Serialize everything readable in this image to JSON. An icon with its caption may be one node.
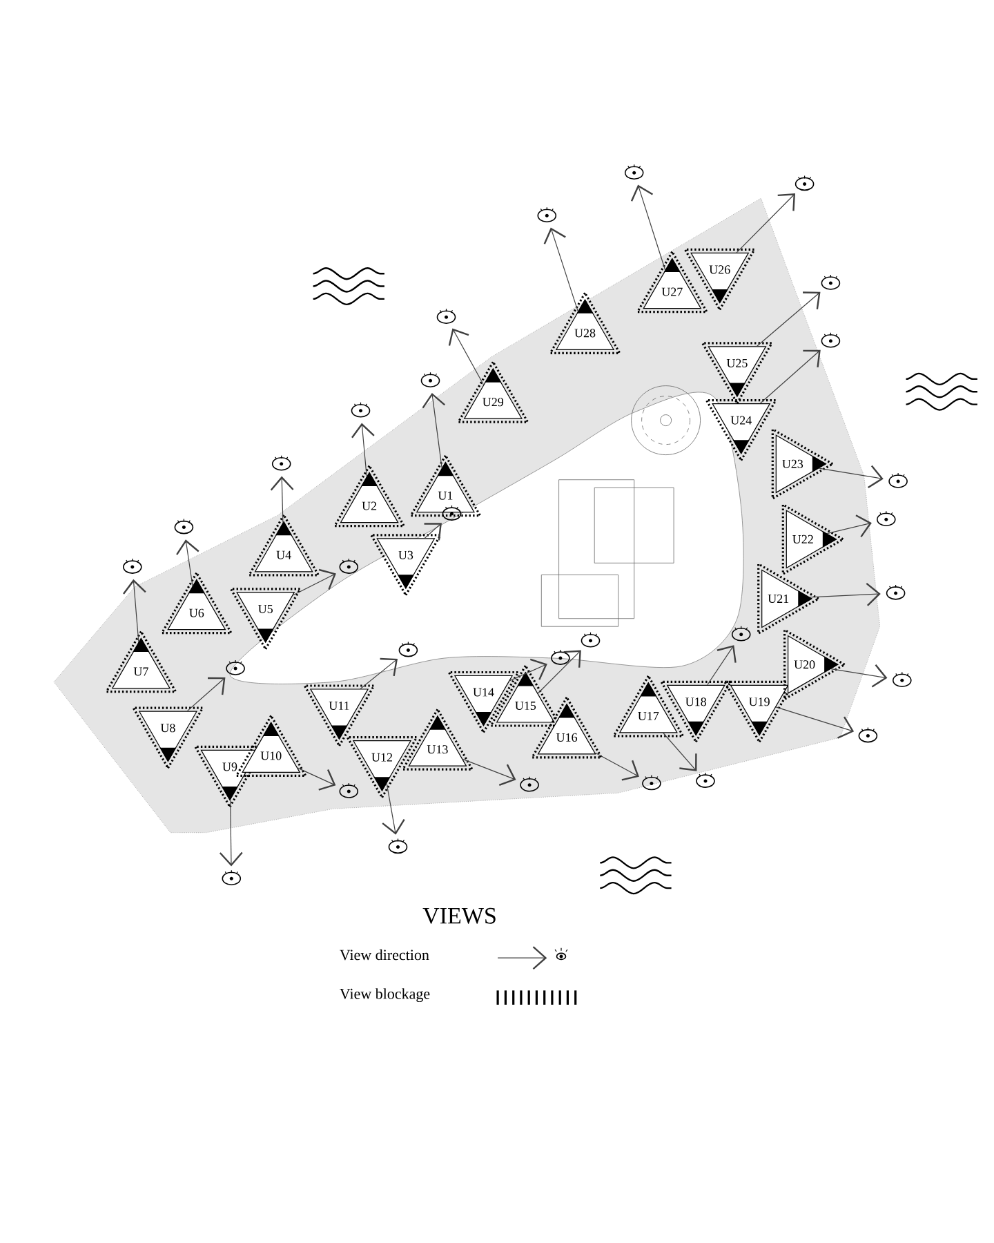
{
  "diagram": {
    "title": "VIEWS",
    "nodes": [
      {
        "text": [
          "U1"
        ]
      },
      {
        "text": [
          "U2"
        ]
      },
      {
        "text": [
          "U3"
        ]
      },
      {
        "text": [
          "U4"
        ]
      },
      {
        "text": [
          "U5"
        ]
      },
      {
        "text": [
          "U6"
        ]
      },
      {
        "text": [
          "U7"
        ]
      },
      {
        "text": [
          "U8"
        ]
      },
      {
        "text": [
          "U9"
        ]
      },
      {
        "text": [
          "U10"
        ]
      },
      {
        "text": [
          "U11"
        ]
      },
      {
        "text": [
          "U12"
        ]
      },
      {
        "text": [
          "U13"
        ]
      },
      {
        "text": [
          "U14"
        ]
      },
      {
        "text": [
          "U15"
        ]
      },
      {
        "text": [
          "U16"
        ]
      },
      {
        "text": [
          "U17"
        ]
      },
      {
        "text": [
          "U18"
        ]
      },
      {
        "text": [
          "U19"
        ]
      },
      {
        "text": [
          "U20"
        ]
      },
      {
        "text": [
          "U21"
        ]
      },
      {
        "text": [
          "U22"
        ]
      },
      {
        "text": [
          "U23"
        ]
      },
      {
        "text": [
          "U24"
        ]
      },
      {
        "text": [
          "U25"
        ]
      },
      {
        "text": [
          "U26"
        ]
      },
      {
        "text": [
          "U27"
        ]
      },
      {
        "text": [
          "U28"
        ]
      },
      {
        "text": [
          "U29"
        ]
      },
      {
        "text": [],
        "shape": "picture"
      },
      {
        "text": [],
        "shape": "picture"
      },
      {
        "text": [],
        "shape": "picture"
      },
      {
        "text": [],
        "shape": "picture"
      },
      {
        "text": [],
        "shape": "picture"
      },
      {
        "text": [],
        "shape": "picture"
      },
      {
        "text": [],
        "shape": "picture"
      },
      {
        "text": [],
        "shape": "picture"
      },
      {
        "text": [],
        "shape": "picture"
      },
      {
        "text": [],
        "shape": "picture"
      },
      {
        "text": [],
        "shape": "picture"
      },
      {
        "text": [],
        "shape": "picture"
      },
      {
        "text": [],
        "shape": "picture"
      },
      {
        "text": [],
        "shape": "picture"
      },
      {
        "text": [],
        "shape": "picture"
      },
      {
        "text": [],
        "shape": "picture"
      },
      {
        "text": [],
        "shape": "picture"
      },
      {
        "text": [],
        "shape": "picture"
      },
      {
        "text": [],
        "shape": "picture"
      },
      {
        "text": [],
        "shape": "picture"
      },
      {
        "text": [],
        "shape": "picture"
      },
      {
        "text": [],
        "shape": "picture"
      },
      {
        "text": [],
        "shape": "picture"
      },
      {
        "text": [],
        "shape": "picture"
      },
      {
        "text": [],
        "shape": "picture"
      },
      {
        "text": [],
        "shape": "picture"
      },
      {
        "text": [],
        "shape": "picture"
      },
      {
        "text": [],
        "shape": "picture"
      },
      {
        "text": [],
        "shape": "picture"
      }
    ],
    "edges": [
      {
        "from": 0,
        "to": 29,
        "arrow": "to"
      },
      {
        "from": 1,
        "to": 30,
        "arrow": "to"
      },
      {
        "from": 2,
        "to": 31,
        "arrow": "to"
      },
      {
        "from": 3,
        "to": 32,
        "arrow": "to"
      },
      {
        "from": 4,
        "to": 33,
        "arrow": "to"
      },
      {
        "from": 5,
        "to": 34,
        "arrow": "to"
      },
      {
        "from": 6,
        "to": 35,
        "arrow": "to"
      },
      {
        "from": 7,
        "to": 36,
        "arrow": "to"
      },
      {
        "from": 8,
        "to": 37,
        "arrow": "to"
      },
      {
        "from": 9,
        "to": 38,
        "arrow": "to"
      },
      {
        "from": 10,
        "to": 39,
        "arrow": "to"
      },
      {
        "from": 11,
        "to": 40,
        "arrow": "to"
      },
      {
        "from": 12,
        "to": 41,
        "arrow": "to"
      },
      {
        "from": 13,
        "to": 42,
        "arrow": "to"
      },
      {
        "from": 14,
        "to": 43,
        "arrow": "to"
      },
      {
        "from": 15,
        "to": 44,
        "arrow": "to"
      },
      {
        "from": 16,
        "to": 45,
        "arrow": "to"
      },
      {
        "from": 17,
        "to": 46,
        "arrow": "to"
      },
      {
        "from": 18,
        "to": 47,
        "arrow": "to"
      },
      {
        "from": 19,
        "to": 48,
        "arrow": "to"
      },
      {
        "from": 20,
        "to": 49,
        "arrow": "to"
      },
      {
        "from": 21,
        "to": 50,
        "arrow": "to"
      },
      {
        "from": 22,
        "to": 51,
        "arrow": "to"
      },
      {
        "from": 23,
        "to": 52,
        "arrow": "to"
      },
      {
        "from": 24,
        "to": 53,
        "arrow": "to"
      },
      {
        "from": 25,
        "to": 54,
        "arrow": "to"
      },
      {
        "from": 26,
        "to": 55,
        "arrow": "to"
      },
      {
        "from": 27,
        "to": 56,
        "arrow": "to"
      },
      {
        "from": 28,
        "to": 57,
        "arrow": "to"
      }
    ],
    "legend": [
      {
        "text": "View direction"
      },
      {
        "text": "View blockage"
      }
    ]
  }
}
